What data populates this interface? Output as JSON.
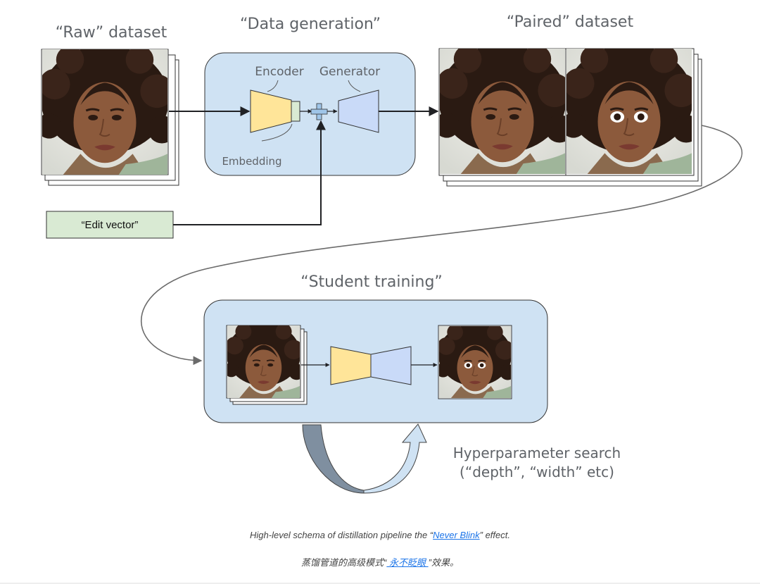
{
  "diagram": {
    "raw_title": "“Raw” dataset",
    "datagen_title": "“Data generation”",
    "paired_title": "“Paired” dataset",
    "encoder_label": "Encoder",
    "generator_label": "Generator",
    "embedding_label": "Embedding",
    "edit_vector_label": "“Edit vector”",
    "student_title": "“Student training”",
    "hyper_line1": "Hyperparameter search",
    "hyper_line2": "(“depth”, “width” etc)"
  },
  "caption": {
    "en_prefix": "High-level schema of distillation pipeline the “",
    "en_link": "Never Blink",
    "en_suffix": "” effect.",
    "zh_prefix": "蒸馏管道的高级模式“",
    "zh_link": " 永不眨眼 ",
    "zh_suffix": "”效果。"
  },
  "colors": {
    "panel_fill": "#cfe2f3",
    "encoder_fill": "#ffe599",
    "generator_fill": "#c9daf8",
    "edit_vector_fill": "#d9ead3",
    "link": "#1a73e8"
  }
}
